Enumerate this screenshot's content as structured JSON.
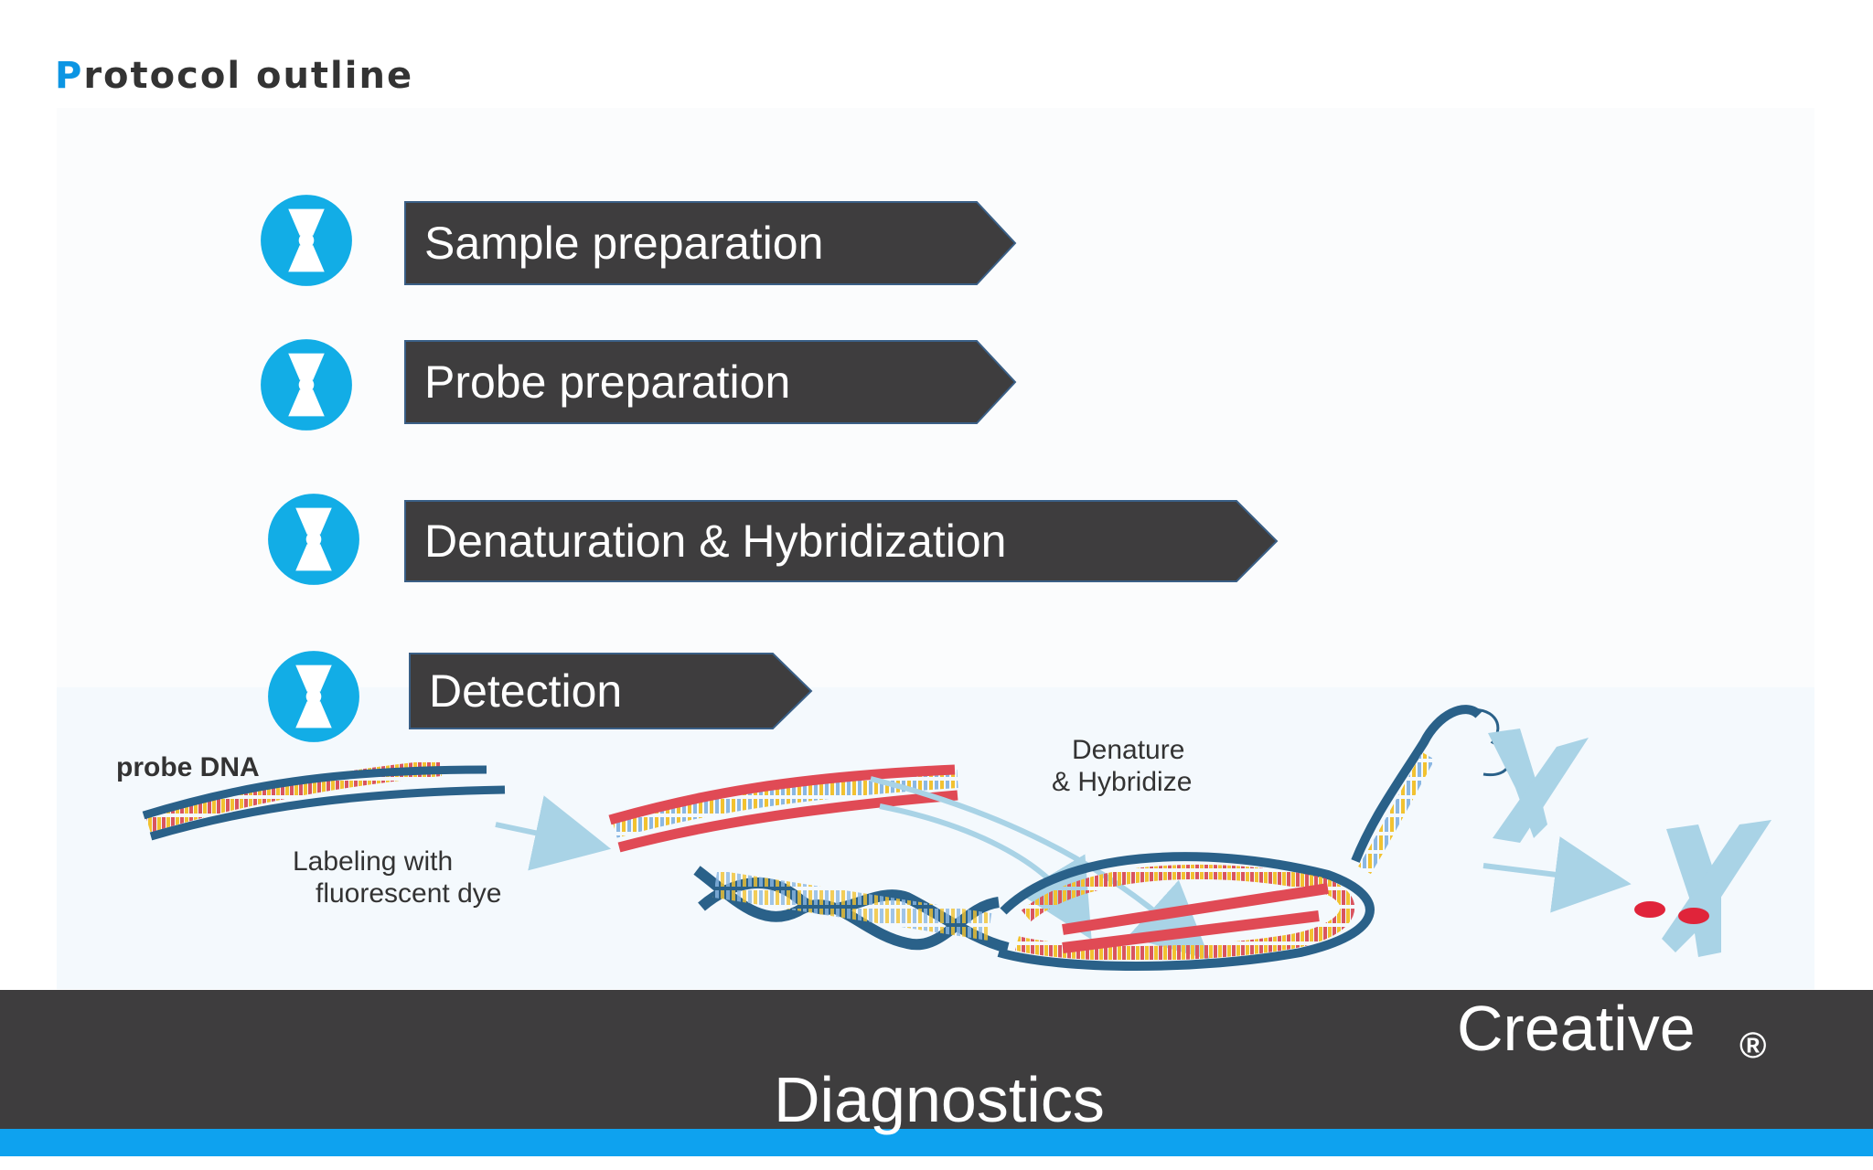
{
  "title": {
    "first_letter": "P",
    "rest": "rotocol outline"
  },
  "steps": [
    {
      "label": "Sample preparation",
      "icon": "bowtie-circle-icon"
    },
    {
      "label": "Probe preparation",
      "icon": "bowtie-circle-icon"
    },
    {
      "label": "Denaturation & Hybridization",
      "icon": "bowtie-circle-icon"
    },
    {
      "label": "Detection",
      "icon": "bowtie-circle-icon"
    }
  ],
  "diagram": {
    "probe_label": "probe DNA",
    "labeling_line1": "Labeling with",
    "labeling_line2": "fluorescent dye",
    "denature_line1": "Denature",
    "denature_line2": "& Hybridize"
  },
  "footer": {
    "brand_word1": "Creative",
    "brand_reg": "®",
    "brand_word2": "Diagnostics"
  },
  "colors": {
    "accent_blue": "#0c95e3",
    "icon_blue": "#12ade6",
    "step_fill": "#3e3d3e",
    "step_border": "#3a5f86",
    "strand_blue": "#2a6189",
    "probe_red": "#e04a55",
    "chromosome": "#a9d3e6",
    "footer_blue": "#0ea2ef"
  }
}
